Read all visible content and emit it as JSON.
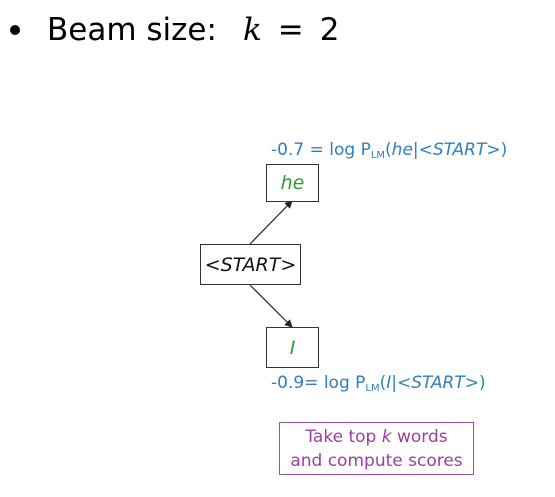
{
  "heading": {
    "bullet": "•",
    "label": "Beam size:",
    "variable": "k",
    "equals": "=",
    "value": "2"
  },
  "nodes": {
    "start": "<START>",
    "top": "he",
    "bottom": "I"
  },
  "scores": {
    "top": {
      "value": "-0.7 =",
      "log": "log",
      "prob": "P",
      "sub": "LM",
      "open": "(",
      "word": "he",
      "bar": "|",
      "cond": "<START>",
      "close": ")"
    },
    "bottom": {
      "value": "-0.9=",
      "log": "log",
      "prob": "P",
      "sub": "LM",
      "open": "(",
      "word": "I",
      "bar": "|",
      "cond": "<START>",
      "close": ")"
    }
  },
  "note": {
    "line1_prefix": "Take top",
    "line1_var": "k",
    "line1_suffix": "words",
    "line2": "and compute scores"
  },
  "colors": {
    "score": "#2f7fc1",
    "word": "#2e9a3a",
    "note": "#9a3fa0"
  }
}
